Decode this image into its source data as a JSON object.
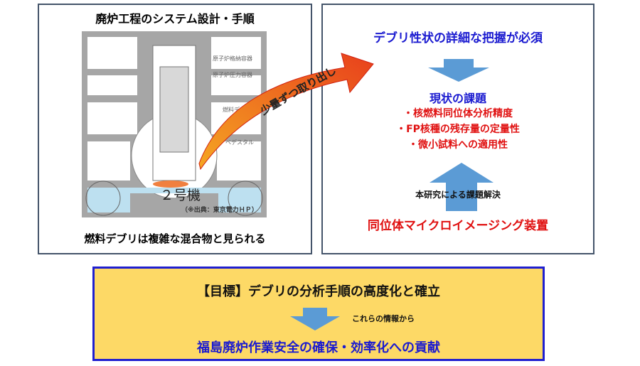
{
  "left_panel": {
    "title": "廃炉工程のシステム設計・手順",
    "unit_label": "２号機",
    "source": "（※出典：東京電力ＨＰ）",
    "labels": [
      "原子炉格納容器",
      "原子炉圧力容器",
      "燃料デブリ",
      "ペデスタル"
    ],
    "caption": "燃料デブリは複雑な混合物と見られる"
  },
  "arrow_label": "少量ずつ取り出し",
  "right_panel": {
    "heading": "デブリ性状の詳細な把握が必須",
    "issues_title": "現状の課題",
    "issues": [
      "・核燃料同位体分析精度",
      "・FP核種の残存量の定量性",
      "・微小試料への適用性"
    ],
    "solution_label": "本研究による課題解決",
    "device": "同位体マイクロイメージング装置"
  },
  "goal_panel": {
    "goal": "【目標】デブリの分析手順の高度化と確立",
    "arrow_label": "これらの情報から",
    "outcome": "福島廃炉作業安全の確保・効率化への貢献"
  },
  "colors": {
    "blue_text": "#1a1ad0",
    "red_text": "#e01010",
    "arrow_blue": "#5b9bd5",
    "goal_fill": "#fdd966",
    "goal_border": "#1f1fd0"
  }
}
